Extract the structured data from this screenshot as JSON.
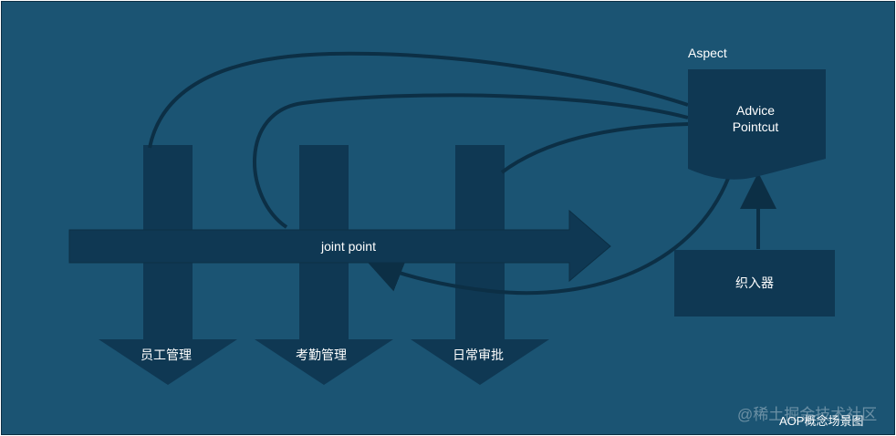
{
  "diagram": {
    "aspect_title": "Aspect",
    "advice": "Advice",
    "pointcut": "Pointcut",
    "joint_point": "joint point",
    "weaver": "织入器",
    "modules": [
      "员工管理",
      "考勤管理",
      "日常审批"
    ],
    "caption": "AOP概念场景图",
    "watermark": "@稀土掘金技术社区"
  },
  "colors": {
    "background": "#1b5473",
    "shape_fill": "#0f3853",
    "stroke": "#0c2f45",
    "text": "#ffffff"
  }
}
